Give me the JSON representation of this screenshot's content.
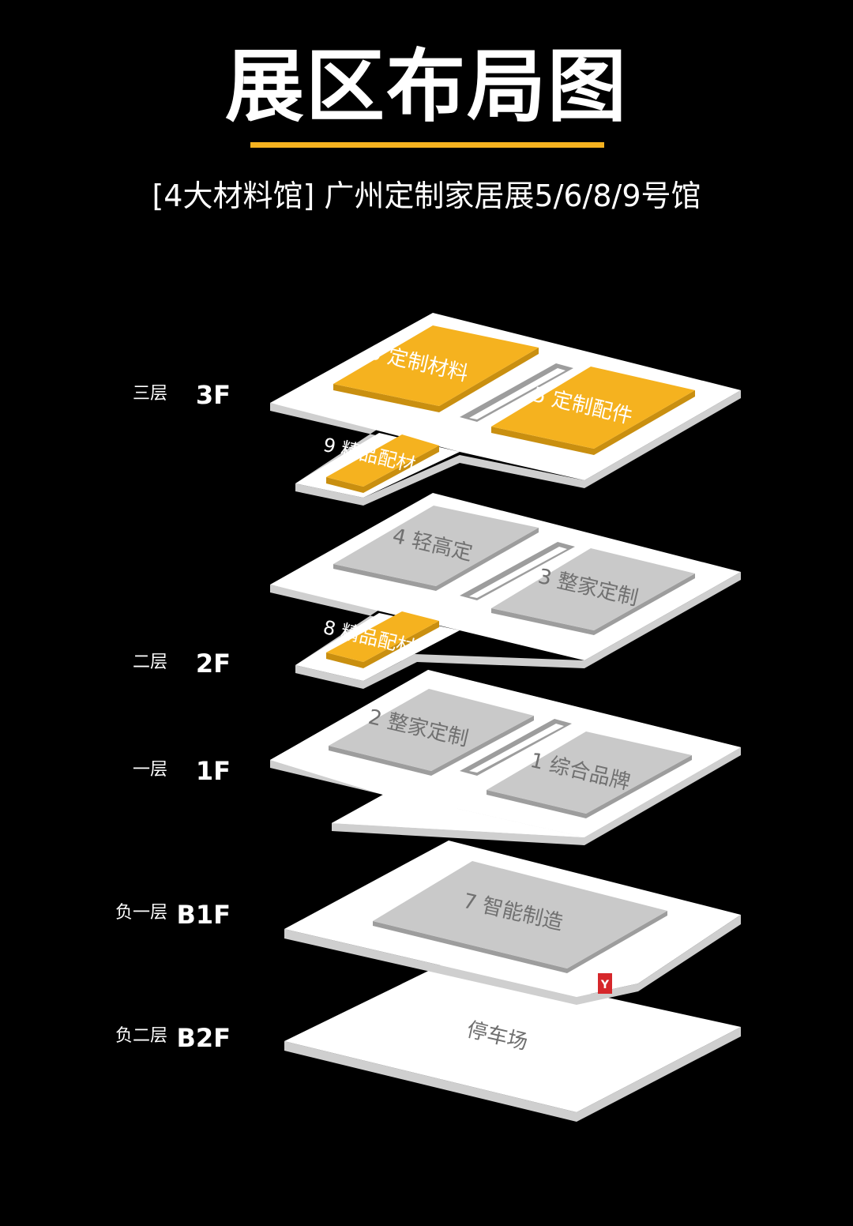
{
  "header": {
    "title": "展区布局图",
    "subtitle": "[4大材料馆] 广州定制家居展5/6/8/9号馆"
  },
  "colors": {
    "background": "#000000",
    "accent": "#f5b21f",
    "floor": "#ffffff",
    "floor_edge": "#cfcfcf",
    "zone_grey": "#c9c9c9",
    "zone_grey_edge": "#9d9d9d",
    "zone_yellow_edge": "#c98f10",
    "zone_text_grey": "#707070",
    "marker": "#d6272b"
  },
  "floors": [
    {
      "id": "3f",
      "label_cn": "三层",
      "label_code": "3F"
    },
    {
      "id": "2f",
      "label_cn": "二层",
      "label_code": "2F"
    },
    {
      "id": "1f",
      "label_cn": "一层",
      "label_code": "1F"
    },
    {
      "id": "b1f",
      "label_cn": "负一层",
      "label_code": "B1F"
    },
    {
      "id": "b2f",
      "label_cn": "负二层",
      "label_code": "B2F"
    }
  ],
  "zones": {
    "z6": "6 定制材料",
    "z5": "5 定制配件",
    "z9": "9 精品配材",
    "z4": "4 轻高定",
    "z3": "3 整家定制",
    "z8": "8 精品配材",
    "z2": "2 整家定制",
    "z1": "1 综合品牌",
    "z7": "7 智能制造",
    "parking": "停车场"
  },
  "icons": {
    "entrance_marker": "Y"
  }
}
